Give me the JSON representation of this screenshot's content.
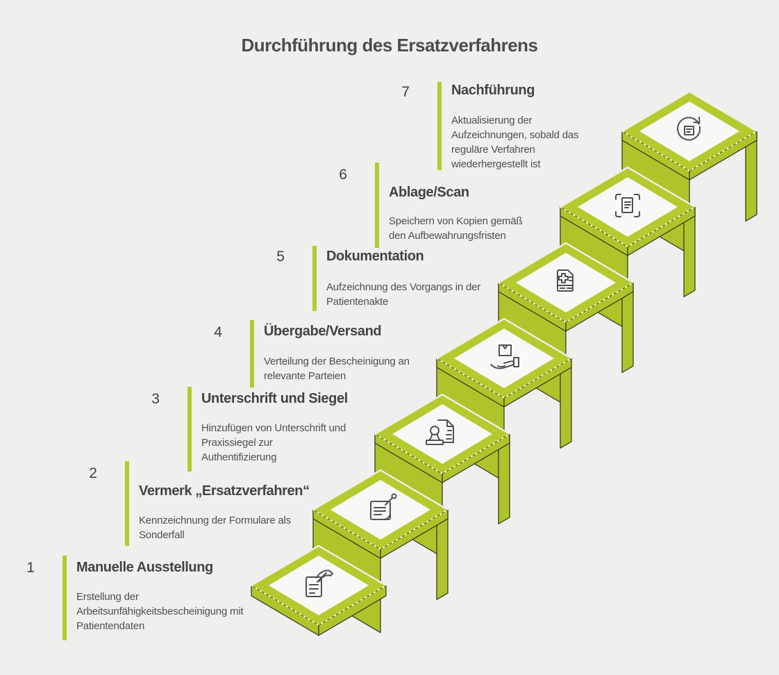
{
  "title": "Durchführung des Ersatzverfahrens",
  "colors": {
    "lime_top": "#b5ca2e",
    "lime_side": "#aec42a",
    "outline": "#30301f",
    "background": "#efefee",
    "panel": "#f8f8f7",
    "heading_text": "#4c4c4c",
    "body_text": "#4f4f4f",
    "icon_stroke": "#515153"
  },
  "steps": [
    {
      "number": "1",
      "title": "Manuelle Ausstellung",
      "description": "Erstellung der Arbeitsunfähigkeitsbescheinigung mit Patientendaten",
      "icon": "hand-writing-document-icon"
    },
    {
      "number": "2",
      "title": "Vermerk „Ersatzverfahren“",
      "description": "Kennzeichnung der Formulare als Sonderfall",
      "icon": "note-pin-icon"
    },
    {
      "number": "3",
      "title": "Unterschrift und Siegel",
      "description": "Hinzufügen von Unterschrift und Praxissiegel zur Authentifizierung",
      "icon": "stamp-document-icon"
    },
    {
      "number": "4",
      "title": "Übergabe/Versand",
      "description": "Verteilung der Bescheinigung an relevante Parteien",
      "icon": "hand-package-icon"
    },
    {
      "number": "5",
      "title": "Dokumentation",
      "description": "Aufzeichnung des Vorgangs in der Patientenakte",
      "icon": "medical-record-icon"
    },
    {
      "number": "6",
      "title": "Ablage/Scan",
      "description": "Speichern von Kopien gemäß den Aufbewahrungsfristen",
      "icon": "scan-document-icon"
    },
    {
      "number": "7",
      "title": "Nachführung",
      "description": "Aktualisierung der Aufzeichnungen, sobald das reguläre Verfahren wiederhergestellt ist",
      "icon": "refresh-document-icon"
    }
  ]
}
